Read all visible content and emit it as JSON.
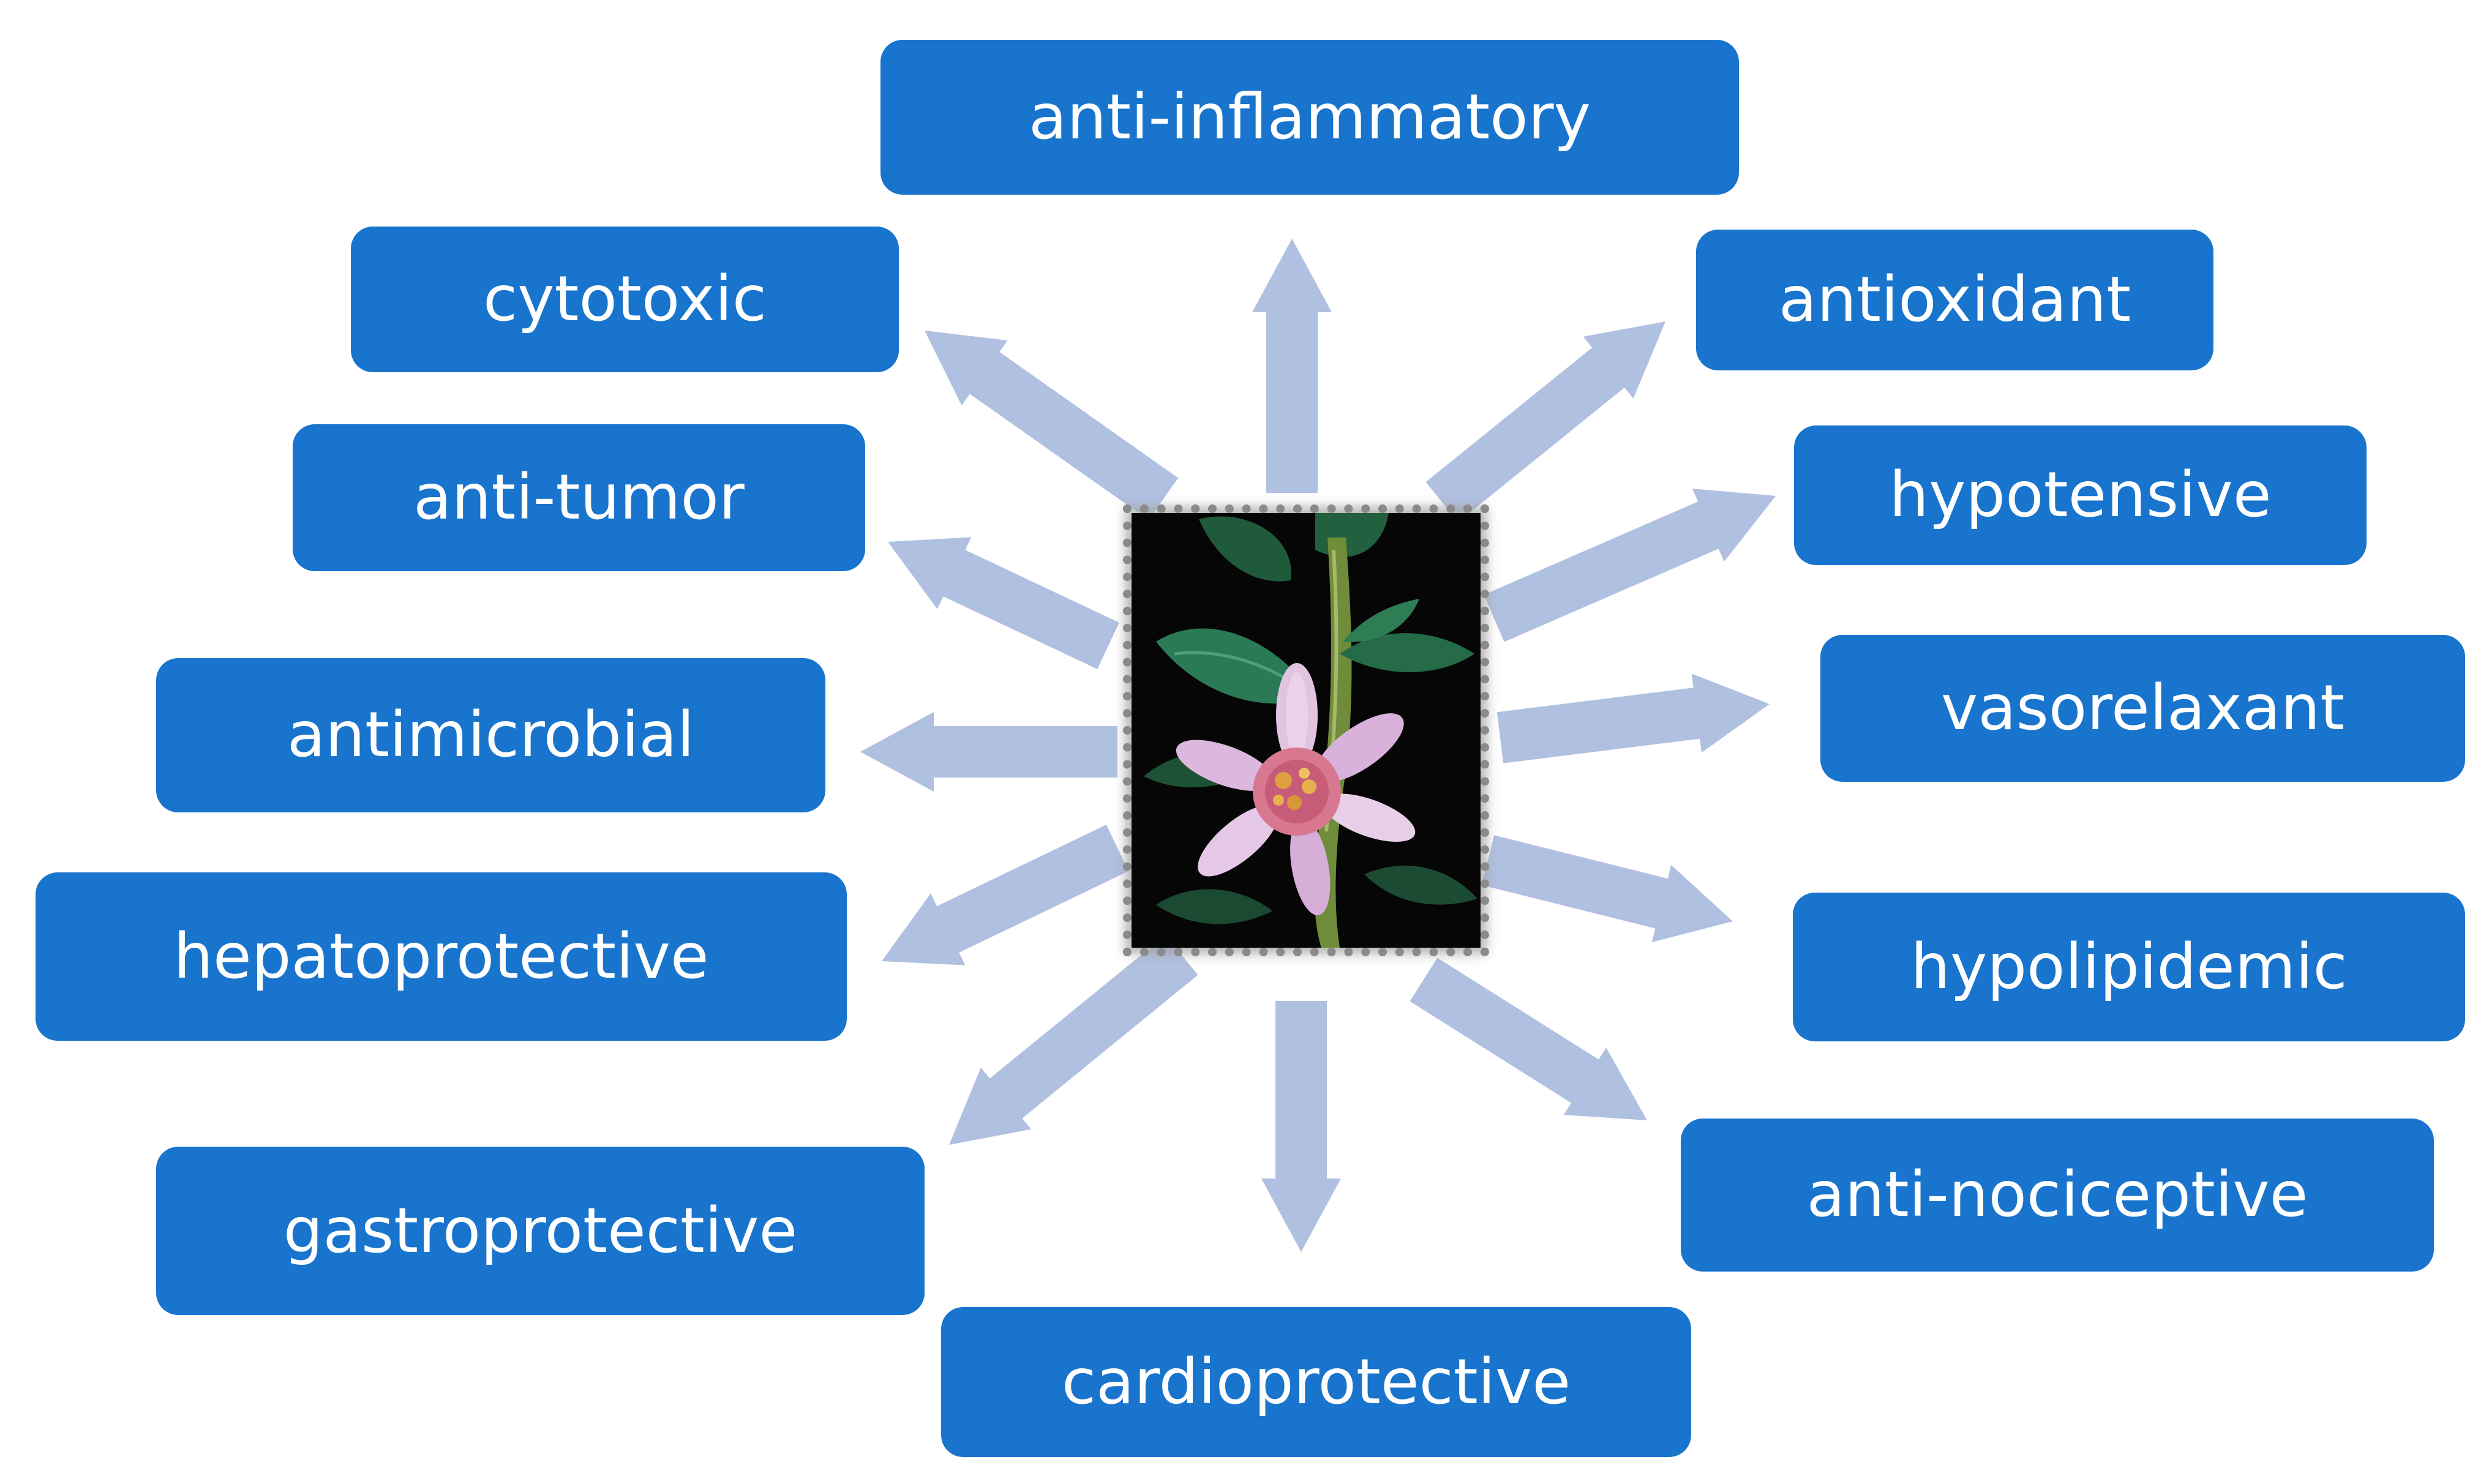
{
  "diagram": {
    "center_image": "flowering-plant-photo",
    "arrow_color": "#b0c0e0",
    "box_color": "#1874cd",
    "label_color": "#ffffff",
    "labels": {
      "anti_inflammatory": "anti-inflammatory",
      "cytotoxic": "cytotoxic",
      "antioxidant": "antioxidant",
      "anti_tumor": "anti-tumor",
      "hypotensive": "hypotensive",
      "antimicrobial": "antimicrobial",
      "vasorelaxant": "vasorelaxant",
      "hepatoprotective": "hepatoprotective",
      "hypolipidemic": "hypolipidemic",
      "gastroprotective": "gastroprotective",
      "anti_nociceptive": "anti-nociceptive",
      "cardioprotective": "cardioprotective"
    }
  }
}
